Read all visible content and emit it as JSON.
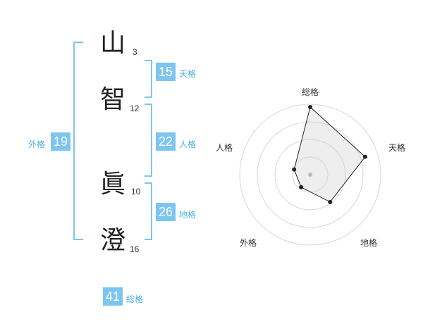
{
  "name": {
    "chars": [
      "山",
      "智",
      "眞",
      "澄"
    ],
    "strokes": [
      "3",
      "12",
      "10",
      "16"
    ]
  },
  "fortune": {
    "gaikaku": {
      "value": "19",
      "label": "外格"
    },
    "tenkaku": {
      "value": "15",
      "label": "天格"
    },
    "jinkaku": {
      "value": "22",
      "label": "人格"
    },
    "chikaku": {
      "value": "26",
      "label": "地格"
    },
    "soukaku": {
      "value": "41",
      "label": "総格"
    }
  },
  "radar": {
    "labels": {
      "soukaku": "総格",
      "tenkaku": "天格",
      "chikaku": "地格",
      "gaikaku": "外格",
      "jinkaku": "人格"
    },
    "levels": 4,
    "values": {
      "soukaku": 0.96,
      "tenkaku": 0.82,
      "chikaku": 0.48,
      "gaikaku": 0.22,
      "jinkaku": 0.24
    }
  }
}
